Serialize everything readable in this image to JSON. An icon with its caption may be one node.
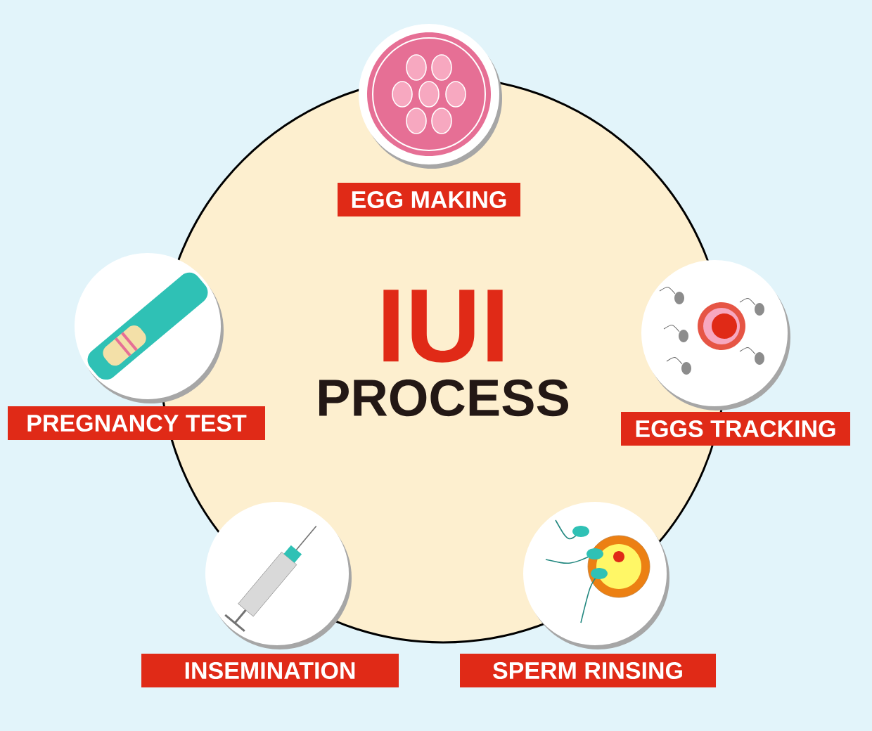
{
  "diagram": {
    "nodes": [
      {
        "text": [
          "IUI",
          "PROCESS"
        ]
      },
      {
        "text": [
          "EGG MAKING"
        ],
        "in": 0
      },
      {
        "text": [
          "PREGNANCY TEST"
        ]
      },
      {
        "text": [
          "EGGS TRACKING"
        ]
      },
      {
        "text": [
          "INSEMINATION"
        ]
      },
      {
        "text": [
          "SPERM RINSING"
        ]
      }
    ],
    "edges": []
  }
}
